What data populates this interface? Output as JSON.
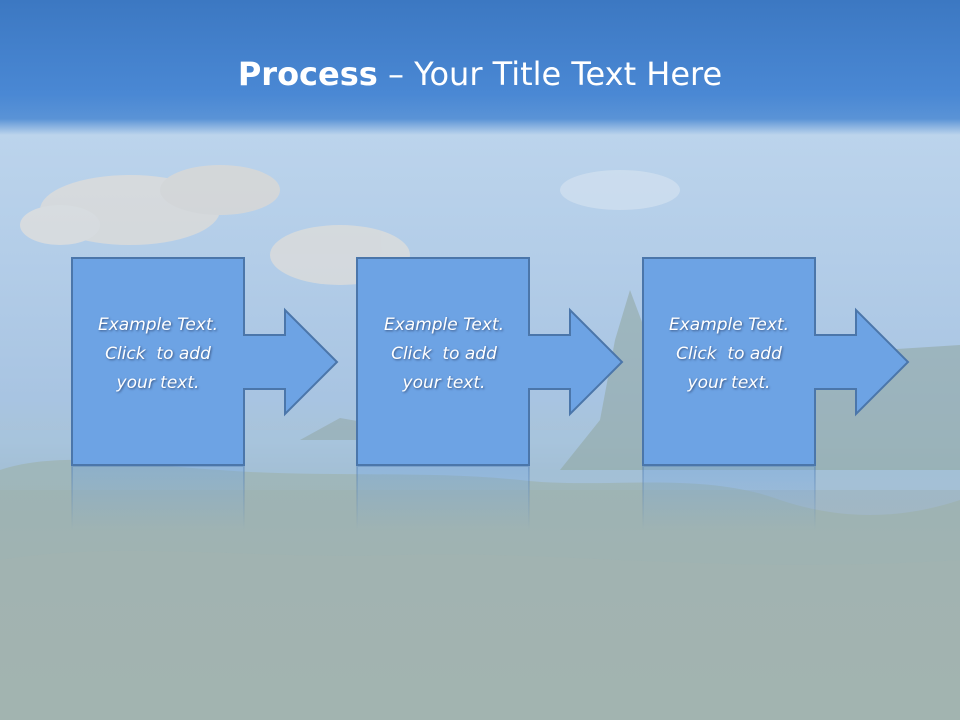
{
  "slide": {
    "title_bold": "Process",
    "title_rest": " – Your Title Text Here"
  },
  "colors": {
    "title_bar": "#3c78c2",
    "box_fill": "#6da3e4",
    "box_border": "#4b76aa",
    "text": "#ffffff"
  },
  "steps": [
    {
      "line1": "Example Text.",
      "line2": "Click  to add",
      "line3": "your text."
    },
    {
      "line1": "Example Text.",
      "line2": "Click  to add",
      "line3": "your text."
    },
    {
      "line1": "Example Text.",
      "line2": "Click  to add",
      "line3": "your text."
    }
  ]
}
